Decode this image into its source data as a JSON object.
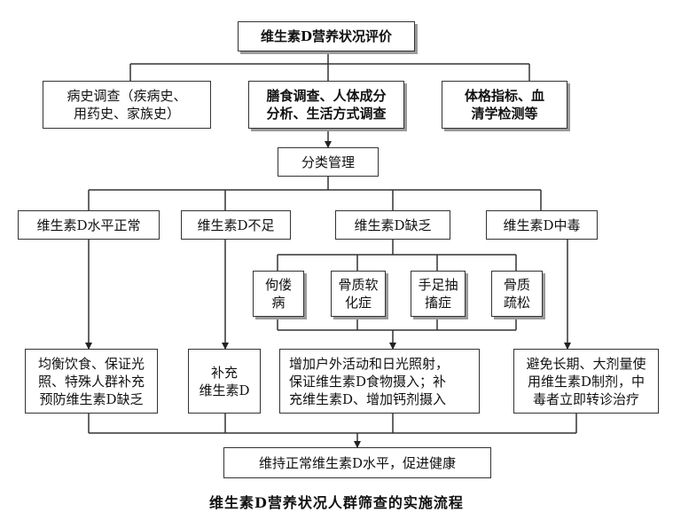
{
  "title": "维生素D营养状况评价",
  "assessment": {
    "history": "病史调查（疾病史、\n用药史、家族史）",
    "diet": "膳食调查、人体成分\n分析、生活方式调查",
    "physical": "体格指标、血\n清学检测等"
  },
  "classify": "分类管理",
  "categories": {
    "normal": "维生素D水平正常",
    "insufficient": "维生素D不足",
    "deficiency": "维生素D缺乏",
    "toxicity": "维生素D中毒"
  },
  "deficiency_conditions": {
    "rickets": "佝偻\n病",
    "osteomalacia": "骨质软\n化症",
    "tetany": "手足抽\n搐症",
    "osteoporosis": "骨质\n疏松"
  },
  "actions": {
    "normal": "均衡饮食、保证光\n照、特殊人群补充\n预防维生素D缺乏",
    "insufficient": "补充\n维生素D",
    "deficiency": "增加户外活动和日光照射，\n保证维生素D食物摄入；补\n充维生素D、增加钙剂摄入",
    "toxicity": "避免长期、大剂量使\n用维生素D制剂，中\n毒者立即转诊治疗"
  },
  "final": "维持正常维生素D水平，促进健康",
  "caption": "维生素D营养状况人群筛查的实施流程"
}
